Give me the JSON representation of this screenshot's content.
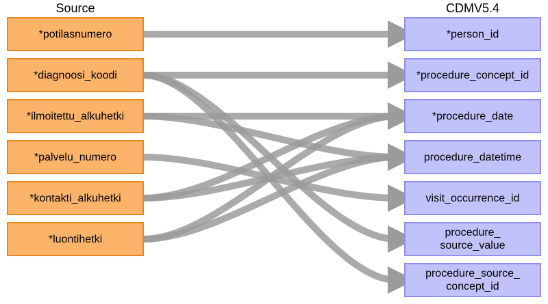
{
  "source_title": "Source",
  "target_title": "CDMV5.4",
  "sources": [
    {
      "id": "potilasnumero",
      "label": "*potilasnumero"
    },
    {
      "id": "diagnoosi_koodi",
      "label": "*diagnoosi_koodi"
    },
    {
      "id": "ilmoitettu_alkuhetki",
      "label": "*ilmoitettu_alkuhetki"
    },
    {
      "id": "palvelu_numero",
      "label": "*palvelu_numero"
    },
    {
      "id": "kontakti_alkuhetki",
      "label": "*kontakti_alkuhetki"
    },
    {
      "id": "luontihetki",
      "label": "*luontihetki"
    }
  ],
  "targets": [
    {
      "id": "person_id",
      "label": "*person_id"
    },
    {
      "id": "procedure_concept_id",
      "label": "*procedure_concept_id"
    },
    {
      "id": "procedure_date",
      "label": "*procedure_date"
    },
    {
      "id": "procedure_datetime",
      "label": "procedure_datetime"
    },
    {
      "id": "visit_occurrence_id",
      "label": "visit_occurrence_id"
    },
    {
      "id": "procedure_source_value",
      "label": "procedure_\nsource_value"
    },
    {
      "id": "procedure_source_concept_id",
      "label": "procedure_source_\nconcept_id"
    }
  ],
  "mappings": [
    {
      "from": 0,
      "to": 0
    },
    {
      "from": 1,
      "to": 1
    },
    {
      "from": 1,
      "to": 5
    },
    {
      "from": 1,
      "to": 6
    },
    {
      "from": 2,
      "to": 2
    },
    {
      "from": 2,
      "to": 3
    },
    {
      "from": 3,
      "to": 4
    },
    {
      "from": 4,
      "to": 2
    },
    {
      "from": 4,
      "to": 3
    },
    {
      "from": 5,
      "to": 2
    },
    {
      "from": 5,
      "to": 3
    }
  ],
  "colors": {
    "source_fill": "#fbb36a",
    "source_border": "#e8871f",
    "target_fill": "#c2c2fa",
    "target_border": "#8f8ff0",
    "arrow": "#9b9b9b"
  }
}
